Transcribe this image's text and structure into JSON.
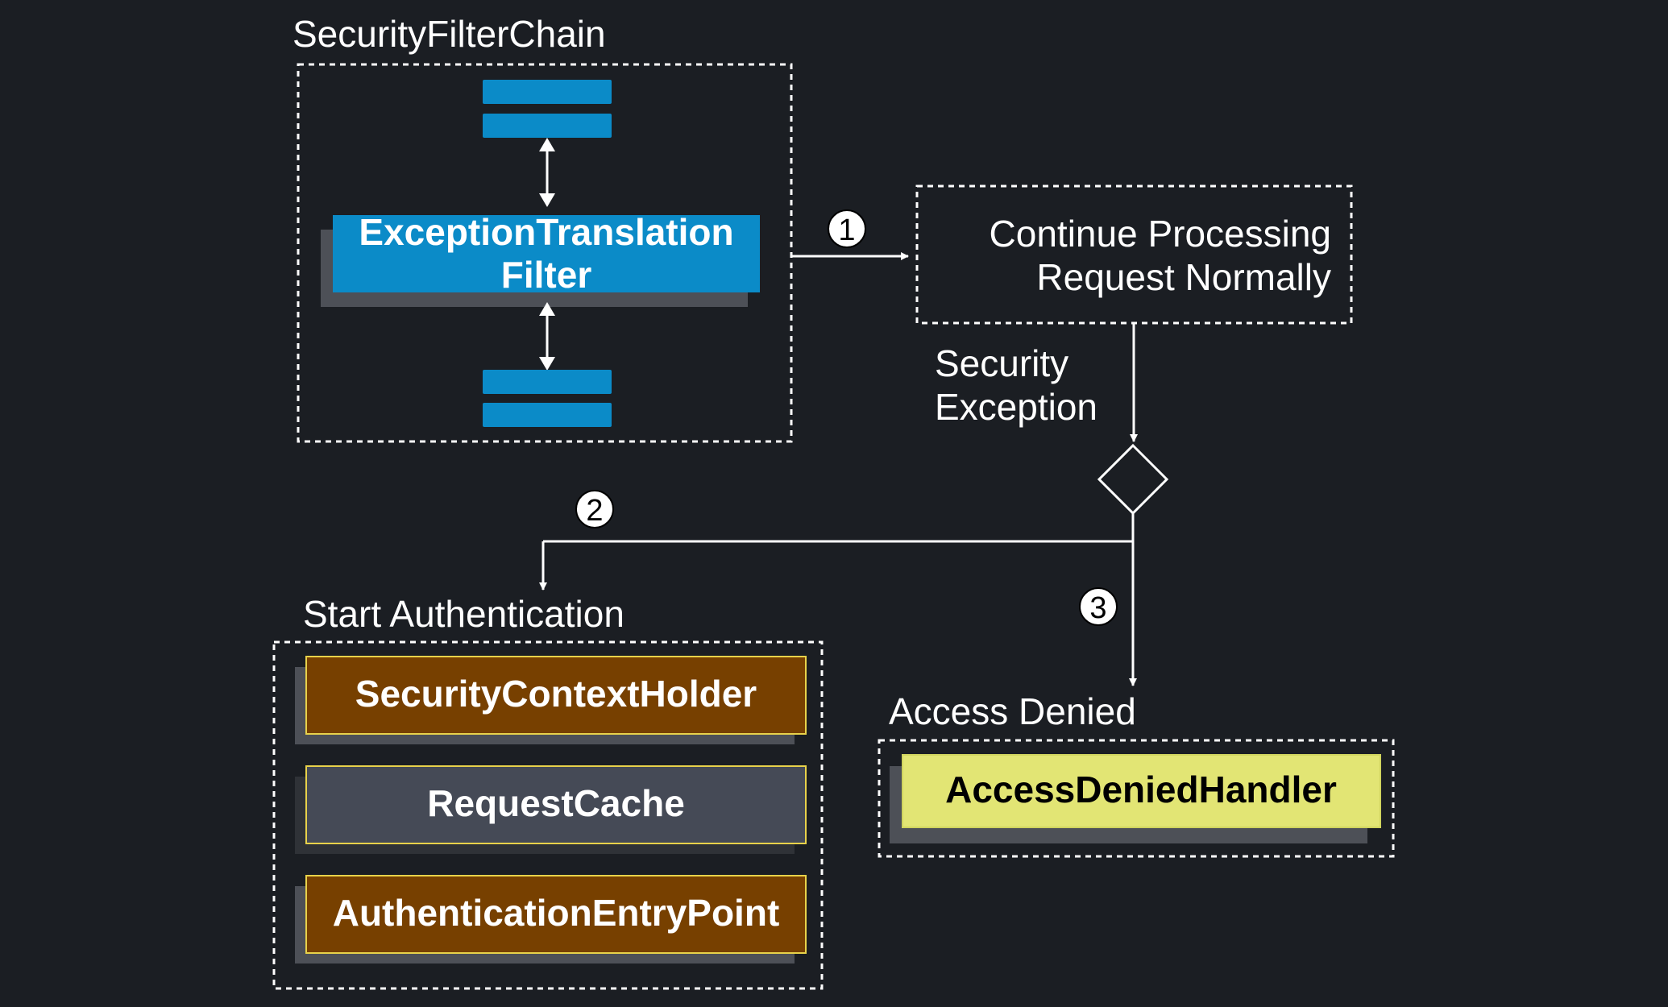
{
  "diagram": {
    "chain_group": {
      "title": "SecurityFilterChain"
    },
    "exception_filter": {
      "line1": "ExceptionTranslation",
      "line2": "Filter"
    },
    "continue_box": {
      "line1": "Continue Processing",
      "line2": "Request Normally"
    },
    "security_exception": {
      "line1": "Security",
      "line2": "Exception"
    },
    "steps": {
      "one": "1",
      "two": "2",
      "three": "3"
    },
    "start_auth": {
      "title": "Start Authentication",
      "items": [
        "SecurityContextHolder",
        "RequestCache",
        "AuthenticationEntryPoint"
      ]
    },
    "access_denied": {
      "title": "Access Denied",
      "handler": "AccessDeniedHandler"
    }
  },
  "colors": {
    "background": "#1b1e23",
    "filter_blue": "#0b8bc8",
    "brown": "#774000",
    "slate": "#454a56",
    "yellow": "#e2e574",
    "white": "#ffffff"
  }
}
